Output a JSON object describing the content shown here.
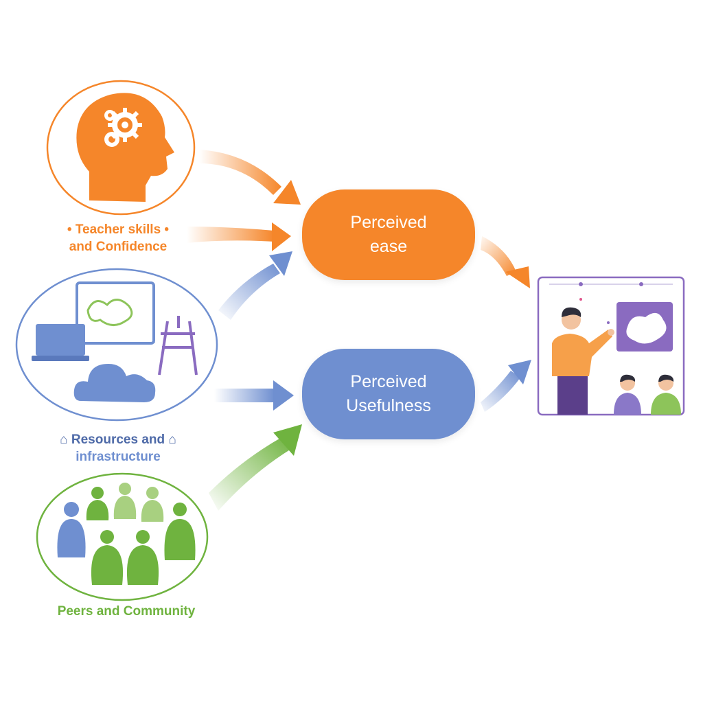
{
  "colors": {
    "orange": "#F5862A",
    "blue": "#6F8FD0",
    "green": "#6FB33F",
    "light_green": "#A8D080",
    "purple": "#8A6BC0"
  },
  "sources": [
    {
      "id": "teacher",
      "icon": "head-with-gears-icon",
      "label_line1": "• Teacher skills •",
      "label_line2": "and Confidence"
    },
    {
      "id": "resources",
      "icon": "laptop-screen-easel-cloud-icon",
      "label_line1": "⌂ Resources and ⌂",
      "label_line2": "infrastructure"
    },
    {
      "id": "peers",
      "icon": "group-of-people-icon",
      "label_line1": "Peers and Community"
    }
  ],
  "constructs": [
    {
      "id": "ease",
      "line1": "Perceived",
      "line2": "ease"
    },
    {
      "id": "usefulness",
      "line1": "Perceived",
      "line2": "Usefulness"
    }
  ],
  "outcome": {
    "icon": "classroom-teacher-students-icon"
  }
}
